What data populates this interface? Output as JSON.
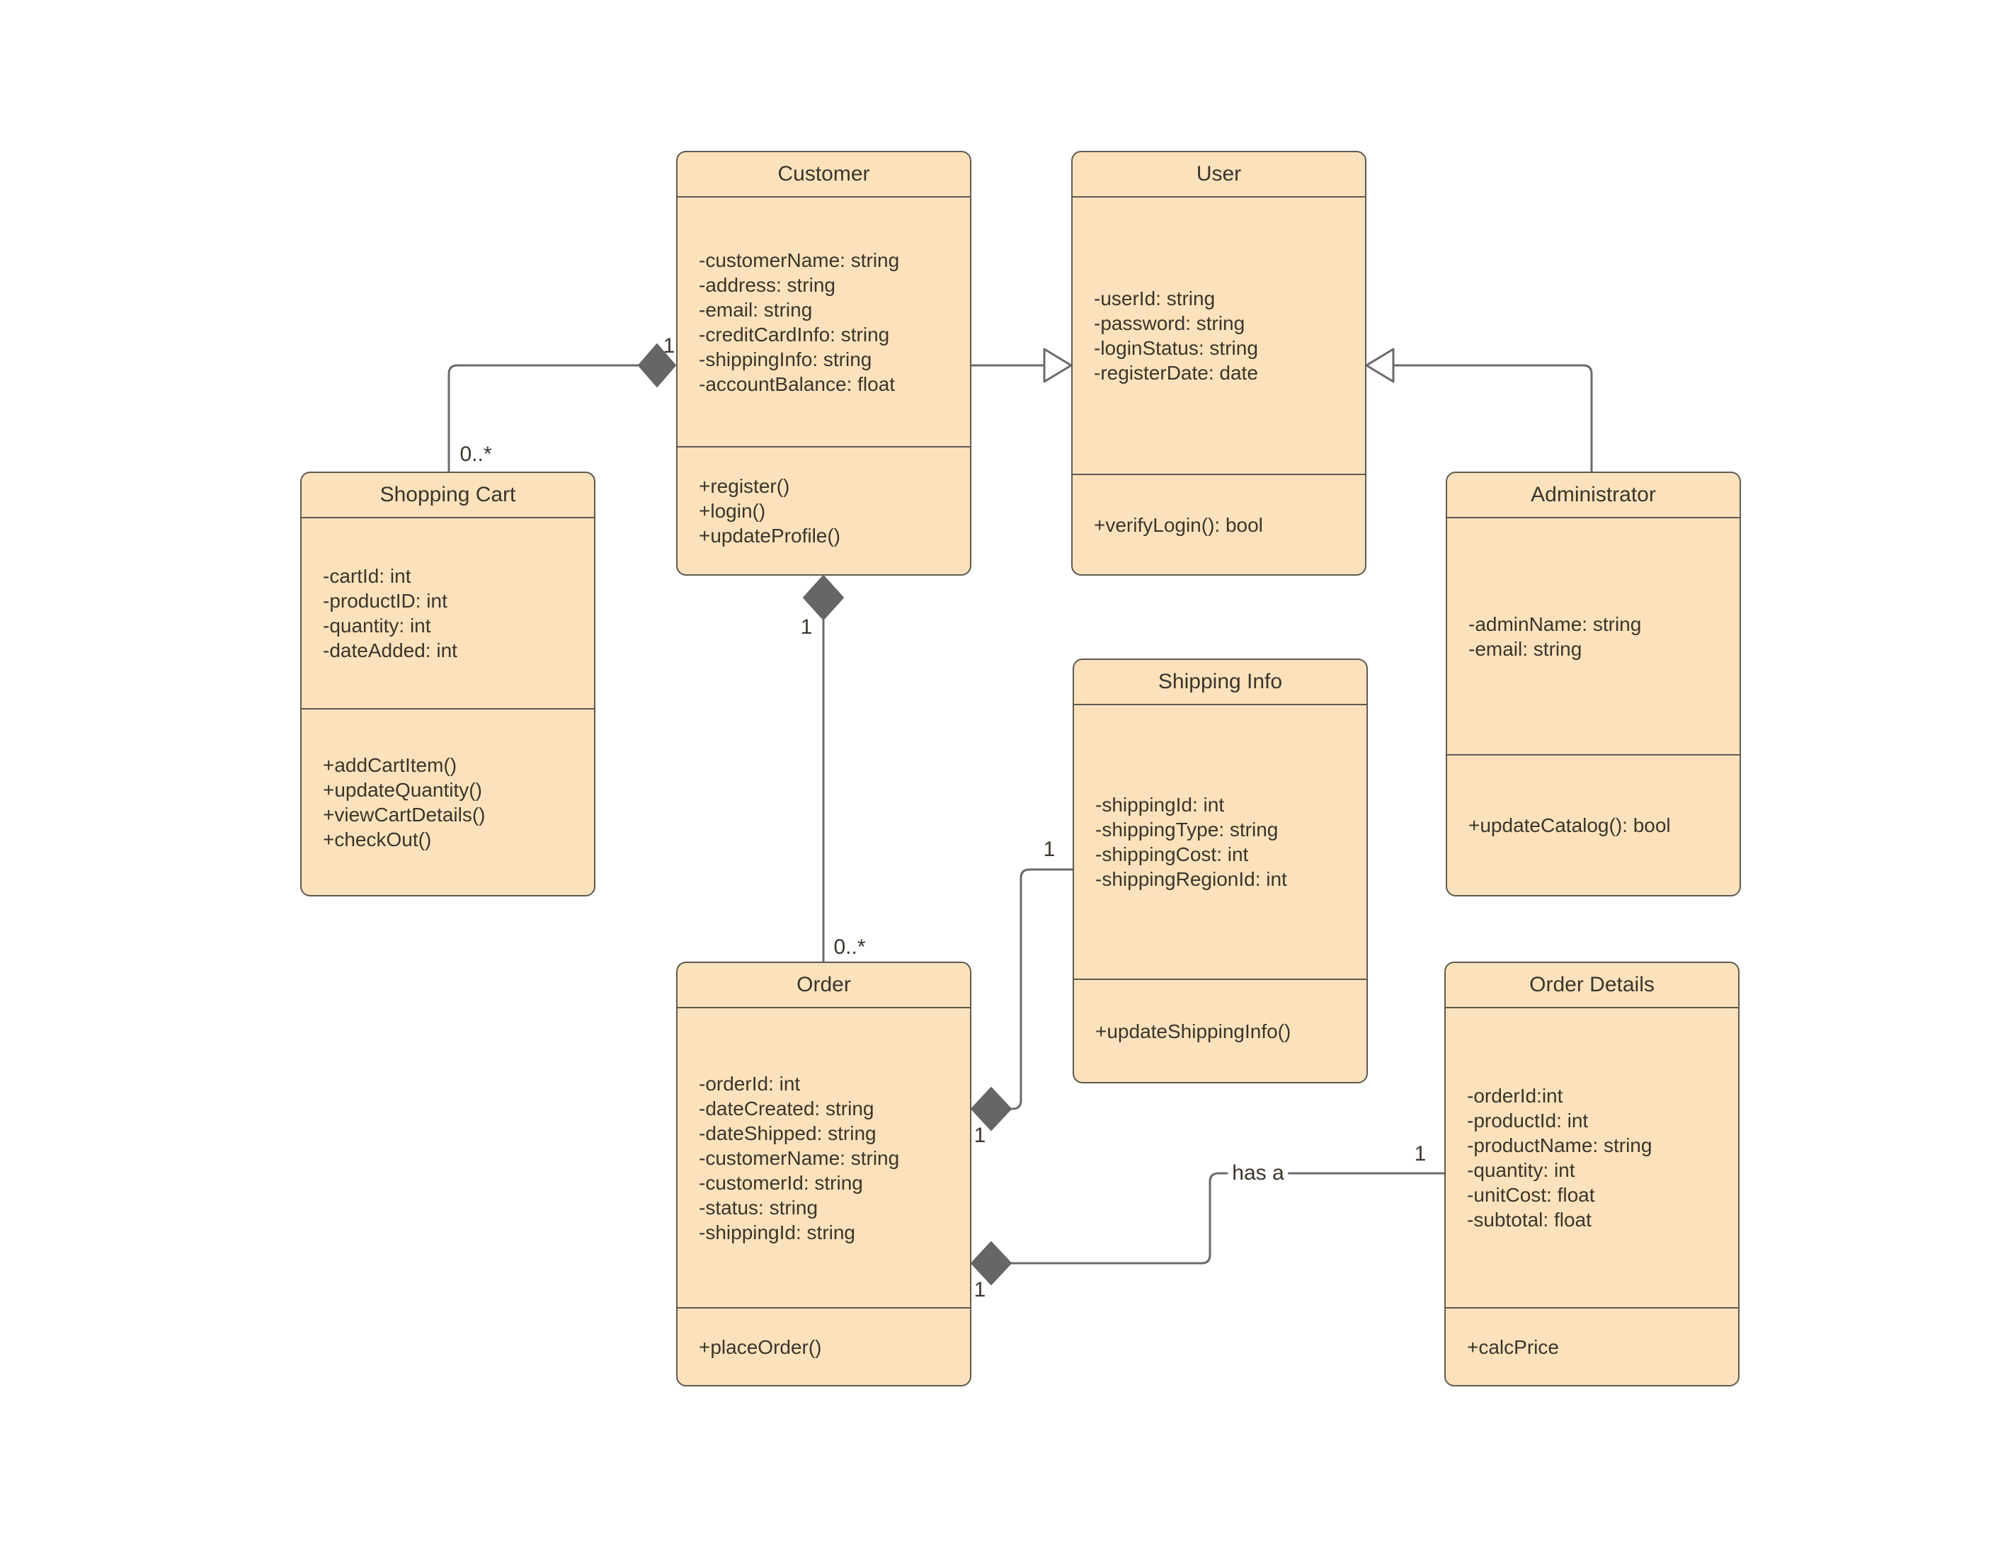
{
  "diagram": {
    "type": "uml-class-diagram",
    "colors": {
      "background": "#ffffff",
      "box_fill": "#fbe2bc",
      "box_border": "#5f5a52",
      "line": "#6a6a6a",
      "diamond_fill": "#666666",
      "text": "#3b352b"
    },
    "classes": [
      {
        "id": "customer",
        "title": "Customer",
        "attributes": [
          "-customerName: string",
          "-address: string",
          "-email: string",
          "-creditCardInfo: string",
          "-shippingInfo: string",
          "-accountBalance: float"
        ],
        "methods": [
          "+register()",
          "+login()",
          "+updateProfile()"
        ]
      },
      {
        "id": "user",
        "title": "User",
        "attributes": [
          "-userId: string",
          "-password: string",
          "-loginStatus: string",
          "-registerDate: date"
        ],
        "methods": [
          "+verifyLogin(): bool"
        ]
      },
      {
        "id": "shopping-cart",
        "title": "Shopping Cart",
        "attributes": [
          "-cartId: int",
          "-productID: int",
          "-quantity: int",
          "-dateAdded: int"
        ],
        "methods": [
          "+addCartItem()",
          "+updateQuantity()",
          "+viewCartDetails()",
          "+checkOut()"
        ]
      },
      {
        "id": "administrator",
        "title": "Administrator",
        "attributes": [
          "-adminName: string",
          "-email: string"
        ],
        "methods": [
          "+updateCatalog(): bool"
        ]
      },
      {
        "id": "shipping-info",
        "title": "Shipping Info",
        "attributes": [
          "-shippingId: int",
          "-shippingType: string",
          "-shippingCost: int",
          "-shippingRegionId: int"
        ],
        "methods": [
          "+updateShippingInfo()"
        ]
      },
      {
        "id": "order",
        "title": "Order",
        "attributes": [
          "-orderId: int",
          "-dateCreated: string",
          "-dateShipped: string",
          "-customerName: string",
          "-customerId: string",
          "-status: string",
          "-shippingId: string"
        ],
        "methods": [
          "+placeOrder()"
        ]
      },
      {
        "id": "order-details",
        "title": "Order Details",
        "attributes": [
          "-orderId:int",
          "-productId: int",
          "-productName: string",
          "-quantity: int",
          "-unitCost: float",
          "-subtotal: float"
        ],
        "methods": [
          "+calcPrice"
        ]
      }
    ],
    "relationships": [
      {
        "from": "Customer",
        "to": "Shopping Cart",
        "type": "composition",
        "diamond_at": "Customer"
      },
      {
        "from": "Customer",
        "to": "User",
        "type": "generalization"
      },
      {
        "from": "Administrator",
        "to": "User",
        "type": "generalization"
      },
      {
        "from": "Customer",
        "to": "Order",
        "type": "composition",
        "diamond_at": "Customer"
      },
      {
        "from": "Order",
        "to": "Shipping Info",
        "type": "composition",
        "diamond_at": "Order"
      },
      {
        "from": "Order",
        "to": "Order Details",
        "type": "composition",
        "diamond_at": "Order",
        "name": "has a"
      }
    ],
    "labels": [
      {
        "text": "1"
      },
      {
        "text": "0..*"
      },
      {
        "text": "1"
      },
      {
        "text": "0..*"
      },
      {
        "text": "1"
      },
      {
        "text": "1"
      },
      {
        "text": "1"
      },
      {
        "text": "has a"
      },
      {
        "text": "1"
      }
    ]
  }
}
